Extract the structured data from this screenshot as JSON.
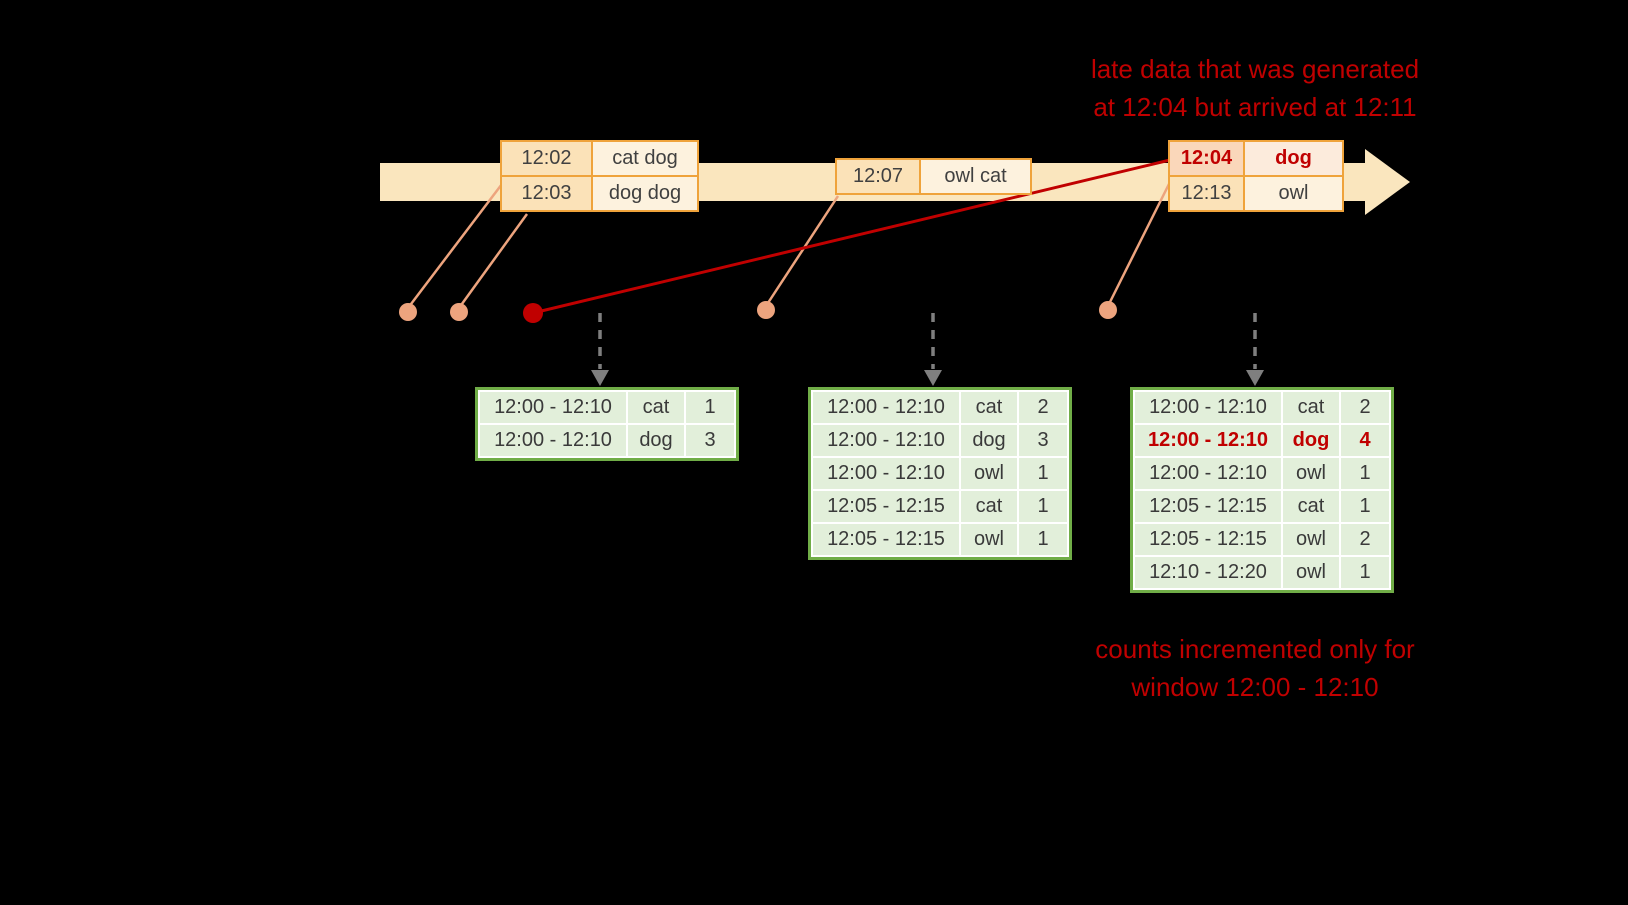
{
  "annotations": {
    "late": {
      "line1": "late data that was generated",
      "line2": "at 12:04 but arrived at 12:11"
    },
    "counts": {
      "line1": "counts incremented only for",
      "line2": "window 12:00 - 12:10"
    }
  },
  "events": {
    "group1": {
      "highlight": -1,
      "rows": [
        [
          "12:02",
          "cat dog"
        ],
        [
          "12:03",
          "dog dog"
        ]
      ]
    },
    "group2": {
      "highlight": -1,
      "rows": [
        [
          "12:07",
          "owl cat"
        ]
      ]
    },
    "group3": {
      "highlight": 0,
      "rows": [
        [
          "12:04",
          "dog"
        ],
        [
          "12:13",
          "owl"
        ]
      ]
    }
  },
  "results": {
    "table1": {
      "highlight": -1,
      "rows": [
        [
          "12:00 - 12:10",
          "cat",
          "1"
        ],
        [
          "12:00 - 12:10",
          "dog",
          "3"
        ]
      ]
    },
    "table2": {
      "highlight": -1,
      "rows": [
        [
          "12:00 - 12:10",
          "cat",
          "2"
        ],
        [
          "12:00 - 12:10",
          "dog",
          "3"
        ],
        [
          "12:00 - 12:10",
          "owl",
          "1"
        ],
        [
          "12:05 - 12:15",
          "cat",
          "1"
        ],
        [
          "12:05 - 12:15",
          "owl",
          "1"
        ]
      ]
    },
    "table3": {
      "highlight": 1,
      "rows": [
        [
          "12:00 - 12:10",
          "cat",
          "2"
        ],
        [
          "12:00 - 12:10",
          "dog",
          "4"
        ],
        [
          "12:00 - 12:10",
          "owl",
          "1"
        ],
        [
          "12:05 - 12:15",
          "cat",
          "1"
        ],
        [
          "12:05 - 12:15",
          "owl",
          "2"
        ],
        [
          "12:10 - 12:20",
          "owl",
          "1"
        ]
      ]
    }
  },
  "colors": {
    "background": "#000000",
    "annotation_red": "#C00000",
    "timeline_fill": "#FAE6BE",
    "event_border": "#EFA33B",
    "event_time_fill": "#FBE2B8",
    "event_word_fill": "#FDF2DE",
    "late_event_fill": "#FAD7BA",
    "connector_salmon": "#EDA47E",
    "late_line_red": "#C00000",
    "dashed_arrow_gray": "#7F7F7F",
    "table_border_green": "#70AD47",
    "table_cell_green": "#E2EFDA"
  }
}
